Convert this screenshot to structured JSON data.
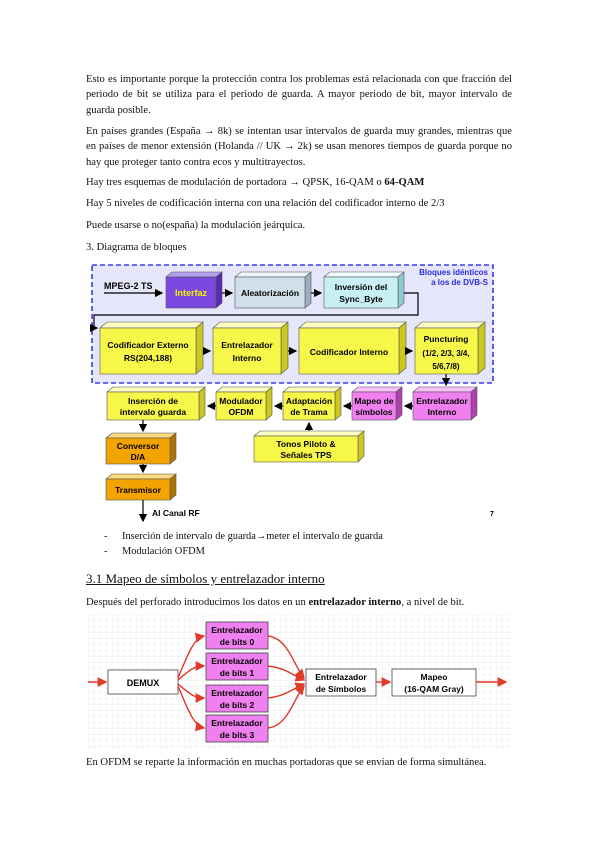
{
  "paragraphs": {
    "p1": "Esto es importante porque la protección contra los problemas está relacionada con que fracción del periodo de bit se utiliza para el periodo de guarda. A mayor periodo de bit, mayor intervalo de guarda posible.",
    "p2_a": "En países grandes (España ",
    "p2_b": " 8k) se intentan usar intervalos de guarda muy grandes, mientras que en países de menor extensión (Holanda // UK ",
    "p2_c": " 2k) se usan menores tiempos de guarda porque no hay que proteger tanto contra ecos y multitrayectos.",
    "p3_a": "Hay tres esquemas de modulación de portadora ",
    "p3_b": " QPSK, 16-QAM o ",
    "p3_bold": "64-QAM",
    "p4": "Hay 5 niveles de codificación interna con una relación del codificador interno de 2/3",
    "p5": "Puede usarse o no(españa) la modulación jeárquica.",
    "p6": "3. Diagrama de bloques",
    "p7_a": "Después del perforado introducimos los datos en un ",
    "p7_bold": "entrelazador interno",
    "p7_b": ", a nivel de bit.",
    "p8": "En OFDM se reparte la información en muchas portadoras que se envían de forma simultánea."
  },
  "arrow_glyph": "→",
  "list": [
    {
      "dash": "-",
      "a": "Inserción de intervalo de guarda",
      "b": "meter el intervalo de guarda"
    },
    {
      "dash": "-",
      "a": "Modulación OFDM",
      "b": ""
    }
  ],
  "section_title": "3.1 Mapeo de símbolos y entrelazador interno",
  "diagram1": {
    "input_label": "MPEG-2 TS",
    "note_line1": "Bloques idénticos",
    "note_line2": "a los de DVB-S",
    "interfaz": "Interfaz",
    "aleatorizacion": "Aleatorización",
    "inversion_1": "Inversión del",
    "inversion_2": "Sync_Byte",
    "cod_ext_1": "Codificador Externo",
    "cod_ext_2": "RS(204,188)",
    "entrel_int_1": "Entrelazador",
    "entrel_int_2": "Interno",
    "cod_int": "Codificador Interno",
    "punct_1": "Puncturing",
    "punct_2": "(1/2, 2/3, 3/4,",
    "punct_3": "5/6,7/8)",
    "entrel_int2_1": "Entrelazador",
    "entrel_int2_2": "Interno",
    "mapeo_1": "Mapeo de",
    "mapeo_2": "símbolos",
    "adapt_1": "Adaptación",
    "adapt_2": "de Trama",
    "mod_1": "Modulador",
    "mod_2": "OFDM",
    "ins_1": "Inserción de",
    "ins_2": "intervalo guarda",
    "tonos_1": "Tonos Piloto &",
    "tonos_2": "Señales TPS",
    "conv_1": "Conversor",
    "conv_2": "D/A",
    "trans": "Transmisor",
    "canal": "Al Canal RF",
    "page_num": "7",
    "colors": {
      "purple": "#7a48e0",
      "grey_blue": "#cfe0ea",
      "cyan": "#c8f0f4",
      "yellow": "#f7f74a",
      "pink": "#f080f0",
      "orange": "#f4a400",
      "dashed": "#3a3af0"
    }
  },
  "diagram2": {
    "demux": "DEMUX",
    "bits0_1": "Entrelazador",
    "bits0_2": "de bits 0",
    "bits1_1": "Entrelazador",
    "bits1_2": "de bits 1",
    "bits2_1": "Entrelazador",
    "bits2_2": "de bits 2",
    "bits3_1": "Entrelazador",
    "bits3_2": "de bits 3",
    "simb_1": "Entrelazador",
    "simb_2": "de Símbolos",
    "mapeo_1": "Mapeo",
    "mapeo_2": "(16-QAM  Gray)"
  }
}
